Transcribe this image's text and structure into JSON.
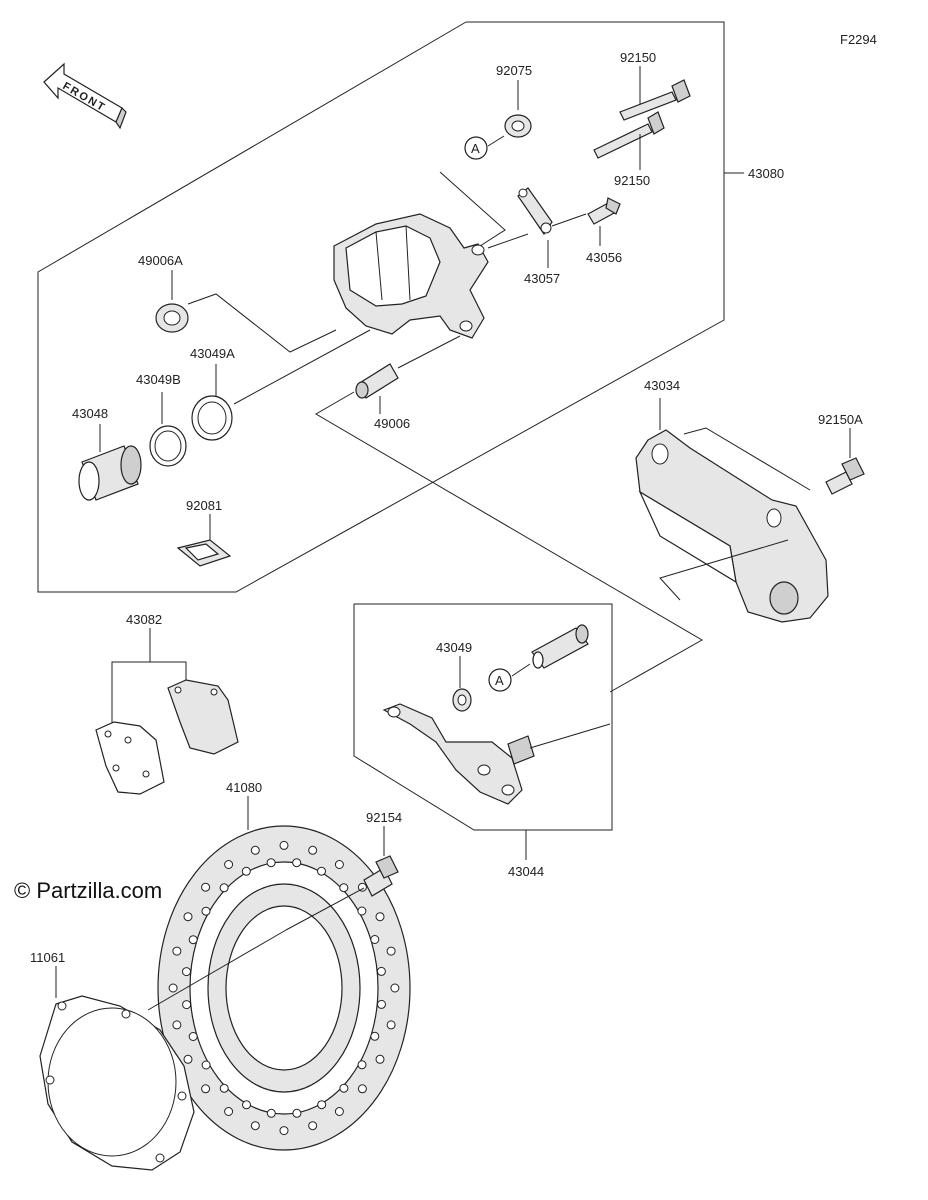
{
  "diagram": {
    "code": "F2294",
    "watermark": "© Partzilla.com",
    "front_label": "FRONT",
    "callout_a": "A",
    "labels": {
      "p92075": "92075",
      "p92150_top": "92150",
      "p92150_mid": "92150",
      "p43080": "43080",
      "p43057": "43057",
      "p43056": "43056",
      "p49006A": "49006A",
      "p43049A": "43049A",
      "p43049B": "43049B",
      "p43048": "43048",
      "p49006": "49006",
      "p92081": "92081",
      "p43034": "43034",
      "p92150A": "92150A",
      "p43082": "43082",
      "p43049": "43049",
      "p41080": "41080",
      "p92154": "92154",
      "p43044": "43044",
      "p11061": "11061"
    }
  }
}
